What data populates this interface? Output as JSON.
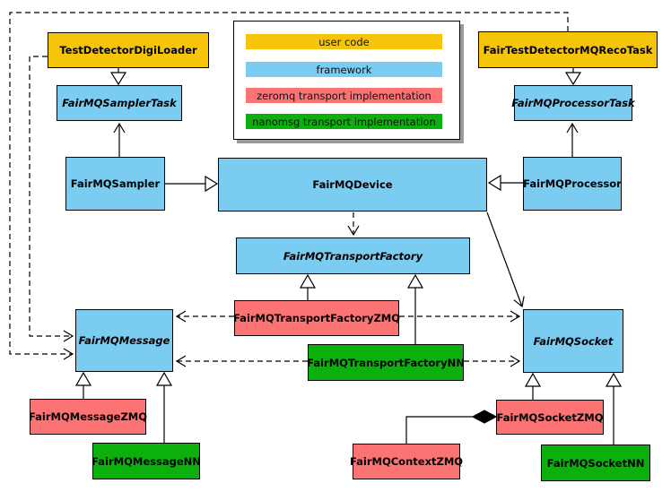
{
  "legend": {
    "items": [
      {
        "label": "user code",
        "color": "#F6C50A"
      },
      {
        "label": "framework",
        "color": "#7ACCF1"
      },
      {
        "label": "zeromq transport implementation",
        "color": "#FB7373"
      },
      {
        "label": "nanomsg transport implementation",
        "color": "#0CB00C"
      }
    ]
  },
  "nodes": {
    "testDetectorDigiLoader": {
      "label": "TestDetectorDigiLoader"
    },
    "fairTestDetectorMQRecoTask": {
      "label": "FairTestDetectorMQRecoTask"
    },
    "fairMQSamplerTask": {
      "label": "FairMQSamplerTask"
    },
    "fairMQProcessorTask": {
      "label": "FairMQProcessorTask"
    },
    "fairMQSampler": {
      "label": "FairMQSampler"
    },
    "fairMQDevice": {
      "label": "FairMQDevice"
    },
    "fairMQProcessor": {
      "label": "FairMQProcessor"
    },
    "fairMQTransportFactory": {
      "label": "FairMQTransportFactory"
    },
    "fairMQTransportFactoryZMQ": {
      "label": "FairMQTransportFactoryZMQ"
    },
    "fairMQTransportFactoryNN": {
      "label": "FairMQTransportFactoryNN"
    },
    "fairMQMessage": {
      "label": "FairMQMessage"
    },
    "fairMQSocket": {
      "label": "FairMQSocket"
    },
    "fairMQMessageZMQ": {
      "label": "FairMQMessageZMQ"
    },
    "fairMQMessageNN": {
      "label": "FairMQMessageNN"
    },
    "fairMQSocketZMQ": {
      "label": "FairMQSocketZMQ"
    },
    "fairMQSocketNN": {
      "label": "FairMQSocketNN"
    },
    "fairMQContextZMQ": {
      "label": "FairMQContextZMQ"
    }
  }
}
